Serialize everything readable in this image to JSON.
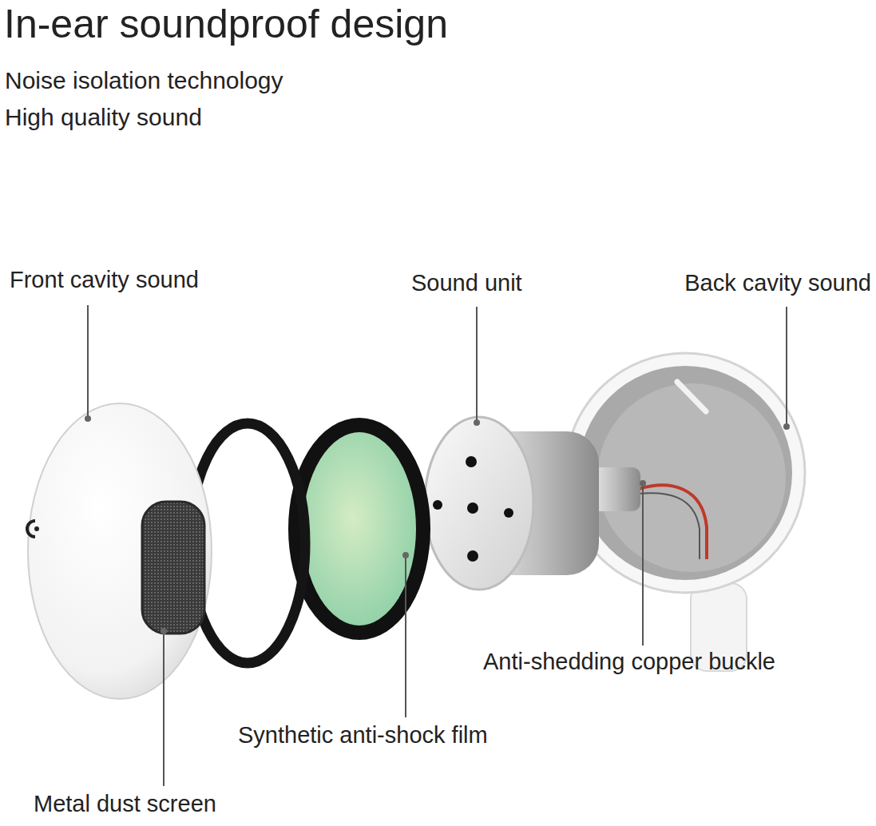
{
  "diagram": {
    "title": "In-ear soundproof design",
    "labels": [
      "Noise isolation technology",
      "High quality sound",
      "Front cavity sound",
      "Sound unit",
      "Back cavity sound",
      "Anti-shedding copper buckle",
      "Synthetic anti-shock film",
      "Metal dust screen"
    ]
  }
}
